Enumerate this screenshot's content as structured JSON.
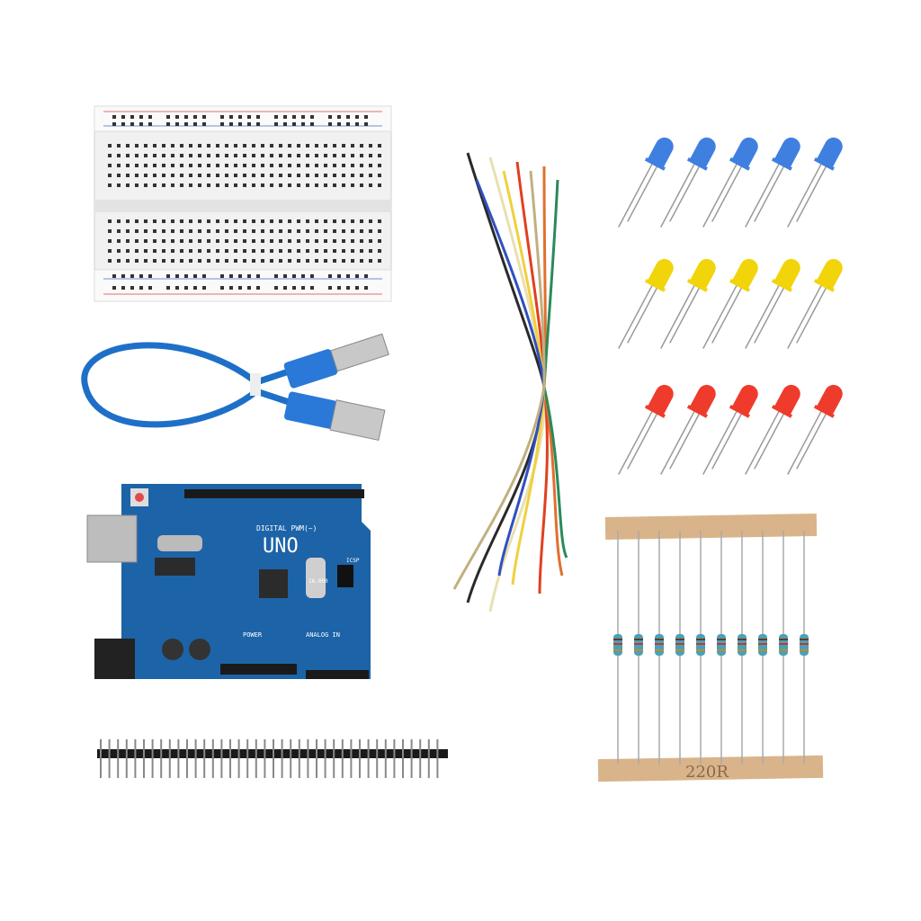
{
  "items": {
    "breadcoard": "breadboard",
    "arduino": {
      "model_label": "UNO",
      "digital_label": "DIGITAL PWM(~)",
      "power_label": "POWER",
      "analog_label": "ANALOG IN",
      "crystal_label": "16.000",
      "icsp_label": "ICSP"
    },
    "leds": {
      "colors": [
        "#3f7fe0",
        "#f2d40a",
        "#ef3b2c"
      ],
      "per_row": 5
    },
    "resistors": {
      "count": 10,
      "tape_label": "220R"
    }
  },
  "colors": {
    "board": "#1d63a8",
    "cable": "#1e6fc8",
    "tape": "#d9b48a"
  }
}
